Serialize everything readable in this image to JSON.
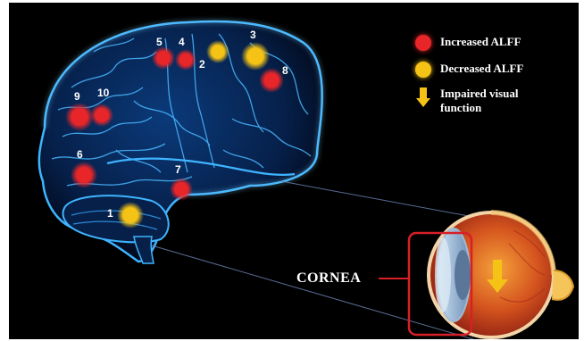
{
  "legend": {
    "increased": {
      "label": "Increased ALFF",
      "color": "#e8262a"
    },
    "decreased": {
      "label": "Decreased ALFF",
      "color": "#f4c316"
    },
    "impaired": {
      "label": "Impaired visual function",
      "color": "#f4c316"
    }
  },
  "regions": [
    {
      "id": "1",
      "type": "decreased"
    },
    {
      "id": "2",
      "type": "decreased"
    },
    {
      "id": "3",
      "type": "decreased"
    },
    {
      "id": "4",
      "type": "increased"
    },
    {
      "id": "5",
      "type": "increased"
    },
    {
      "id": "6",
      "type": "increased"
    },
    {
      "id": "7",
      "type": "increased"
    },
    {
      "id": "8",
      "type": "increased"
    },
    {
      "id": "9",
      "type": "increased"
    },
    {
      "id": "10",
      "type": "increased"
    }
  ],
  "eye": {
    "label": "CORNEA",
    "highlight_color": "#d91f26"
  },
  "colors": {
    "background": "#000000",
    "brain_line": "#3fb4ff",
    "brain_glow": "#0a3c8c"
  }
}
